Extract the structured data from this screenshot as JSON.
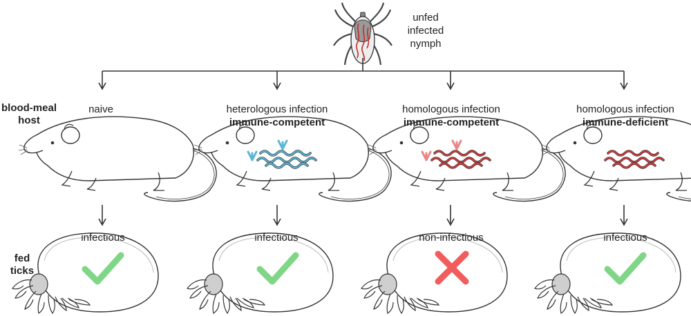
{
  "top": {
    "label_lines": [
      "unfed",
      "infected",
      "nymph"
    ]
  },
  "row_labels": {
    "host": [
      "blood-meal",
      "host"
    ],
    "ticks": [
      "fed",
      "ticks"
    ]
  },
  "columns": [
    {
      "title": "naive",
      "subtitle": "",
      "outcome": "infectious",
      "status": "success",
      "spirochete_color": "",
      "antibody_color": ""
    },
    {
      "title": "heterologous infection",
      "subtitle": "immune-competent",
      "outcome": "infectious",
      "status": "success",
      "spirochete_color": "#5bb6d6",
      "antibody_color": "#5bb6d6"
    },
    {
      "title": "homologous infection",
      "subtitle": "immune-competent",
      "outcome": "non-infectious",
      "status": "fail",
      "spirochete_color": "#d43a3a",
      "antibody_color": "#e88585"
    },
    {
      "title": "homologous infection",
      "subtitle": "immune-deficient",
      "outcome": "infectious",
      "status": "success",
      "spirochete_color": "#d43a3a",
      "antibody_color": ""
    }
  ],
  "colors": {
    "check": "#7ed686",
    "cross": "#f25c5c",
    "line": "#333333",
    "tick_body": "#d8d8d8"
  }
}
